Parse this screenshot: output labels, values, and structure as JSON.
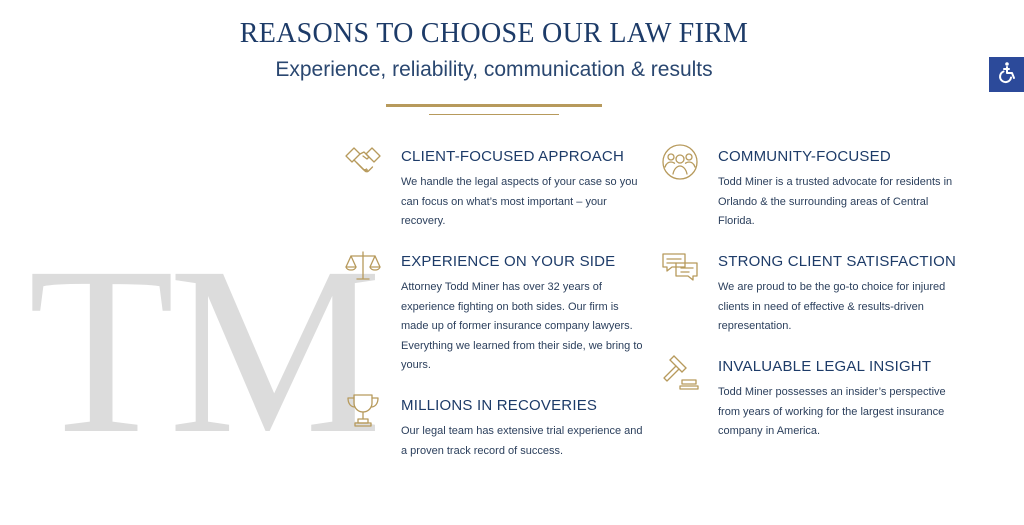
{
  "header": {
    "title": "REASONS TO CHOOSE OUR LAW FIRM",
    "subtitle": "Experience, reliability, communication & results"
  },
  "watermark": {
    "text": "TM"
  },
  "features": [
    {
      "title": "CLIENT-FOCUSED APPROACH",
      "description": "We handle the legal aspects of your case so you can focus on what’s most important – your recovery.",
      "icon": "handshake-icon"
    },
    {
      "title": "EXPERIENCE ON YOUR SIDE",
      "description": "Attorney Todd Miner has over 32 years of experience fighting on both sides. Our firm is made up of former insurance company lawyers. Everything we learned from their side, we bring to yours.",
      "icon": "scales-icon"
    },
    {
      "title": "MILLIONS IN RECOVERIES",
      "description": "Our legal team has extensive trial experience and a proven track record of success.",
      "icon": "trophy-icon"
    },
    {
      "title": "COMMUNITY-FOCUSED",
      "description": "Todd Miner is a trusted advocate for residents in Orlando & the surrounding areas of Central Florida.",
      "icon": "community-icon"
    },
    {
      "title": "STRONG CLIENT SATISFACTION",
      "description": "We are proud to be the go-to choice for injured clients in need of effective & results-driven representation.",
      "icon": "chat-bubbles-icon"
    },
    {
      "title": "INVALUABLE LEGAL INSIGHT",
      "description": "Todd Miner possesses an insider’s perspective from years of working for the largest insurance company in America.",
      "icon": "gavel-icon"
    }
  ],
  "accessibility": {
    "icon": "wheelchair-icon"
  },
  "colors": {
    "navy": "#1d3b68",
    "gold": "#b79a5c",
    "watermark": "#dcdcdc",
    "accessibility_bg": "#2c4a9a"
  }
}
